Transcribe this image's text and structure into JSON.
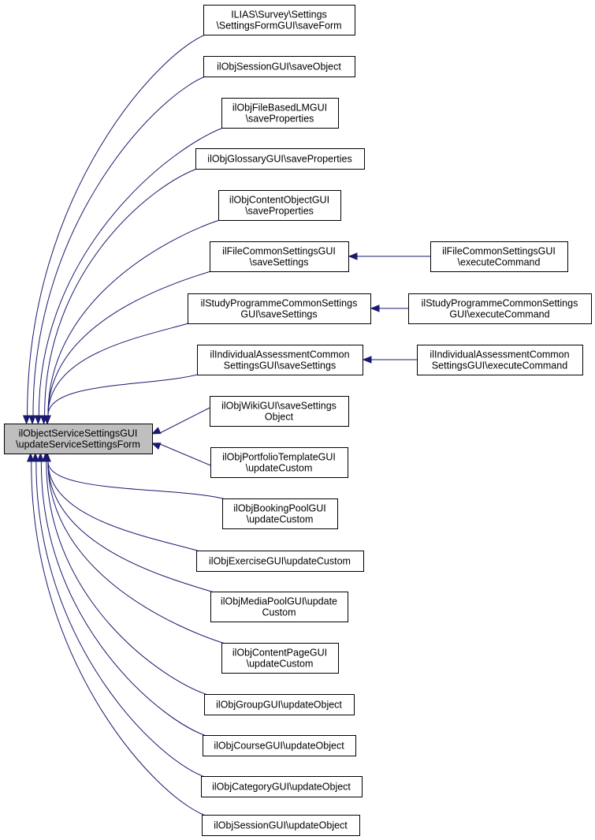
{
  "title": "ilObjectServiceSettingsGUI\\updateServiceSettingsForm caller graph",
  "colors": {
    "edge": "#191970",
    "root_fill": "#bfbfbf",
    "node_fill": "#ffffff",
    "node_border": "#000000"
  },
  "root": {
    "id": "root",
    "lines": [
      "ilObjectServiceSettingsGUI",
      "\\updateServiceSettingsForm"
    ]
  },
  "callers": [
    {
      "id": "n1",
      "lines": [
        "ILIAS\\Survey\\Settings",
        "\\SettingsFormGUI\\saveForm"
      ]
    },
    {
      "id": "n2",
      "lines": [
        "ilObjSessionGUI\\saveObject"
      ]
    },
    {
      "id": "n3",
      "lines": [
        "ilObjFileBasedLMGUI",
        "\\saveProperties"
      ]
    },
    {
      "id": "n4",
      "lines": [
        "ilObjGlossaryGUI\\saveProperties"
      ]
    },
    {
      "id": "n5",
      "lines": [
        "ilObjContentObjectGUI",
        "\\saveProperties"
      ]
    },
    {
      "id": "n6",
      "lines": [
        "ilFileCommonSettingsGUI",
        "\\saveSettings"
      ]
    },
    {
      "id": "n7",
      "lines": [
        "ilStudyProgrammeCommonSettings",
        "GUI\\saveSettings"
      ]
    },
    {
      "id": "n8",
      "lines": [
        "ilIndividualAssessmentCommon",
        "SettingsGUI\\saveSettings"
      ]
    },
    {
      "id": "n9",
      "lines": [
        "ilObjWikiGUI\\saveSettings",
        "Object"
      ]
    },
    {
      "id": "n10",
      "lines": [
        "ilObjPortfolioTemplateGUI",
        "\\updateCustom"
      ]
    },
    {
      "id": "n11",
      "lines": [
        "ilObjBookingPoolGUI",
        "\\updateCustom"
      ]
    },
    {
      "id": "n12",
      "lines": [
        "ilObjExerciseGUI\\updateCustom"
      ]
    },
    {
      "id": "n13",
      "lines": [
        "ilObjMediaPoolGUI\\update",
        "Custom"
      ]
    },
    {
      "id": "n14",
      "lines": [
        "ilObjContentPageGUI",
        "\\updateCustom"
      ]
    },
    {
      "id": "n15",
      "lines": [
        "ilObjGroupGUI\\updateObject"
      ]
    },
    {
      "id": "n16",
      "lines": [
        "ilObjCourseGUI\\updateObject"
      ]
    },
    {
      "id": "n17",
      "lines": [
        "ilObjCategoryGUI\\updateObject"
      ]
    },
    {
      "id": "n18",
      "lines": [
        "ilObjSessionGUI\\updateObject"
      ]
    }
  ],
  "second_level": [
    {
      "id": "m6",
      "calls": "n6",
      "lines": [
        "ilFileCommonSettingsGUI",
        "\\executeCommand"
      ]
    },
    {
      "id": "m7",
      "calls": "n7",
      "lines": [
        "ilStudyProgrammeCommonSettings",
        "GUI\\executeCommand"
      ]
    },
    {
      "id": "m8",
      "calls": "n8",
      "lines": [
        "ilIndividualAssessmentCommon",
        "SettingsGUI\\executeCommand"
      ]
    }
  ]
}
